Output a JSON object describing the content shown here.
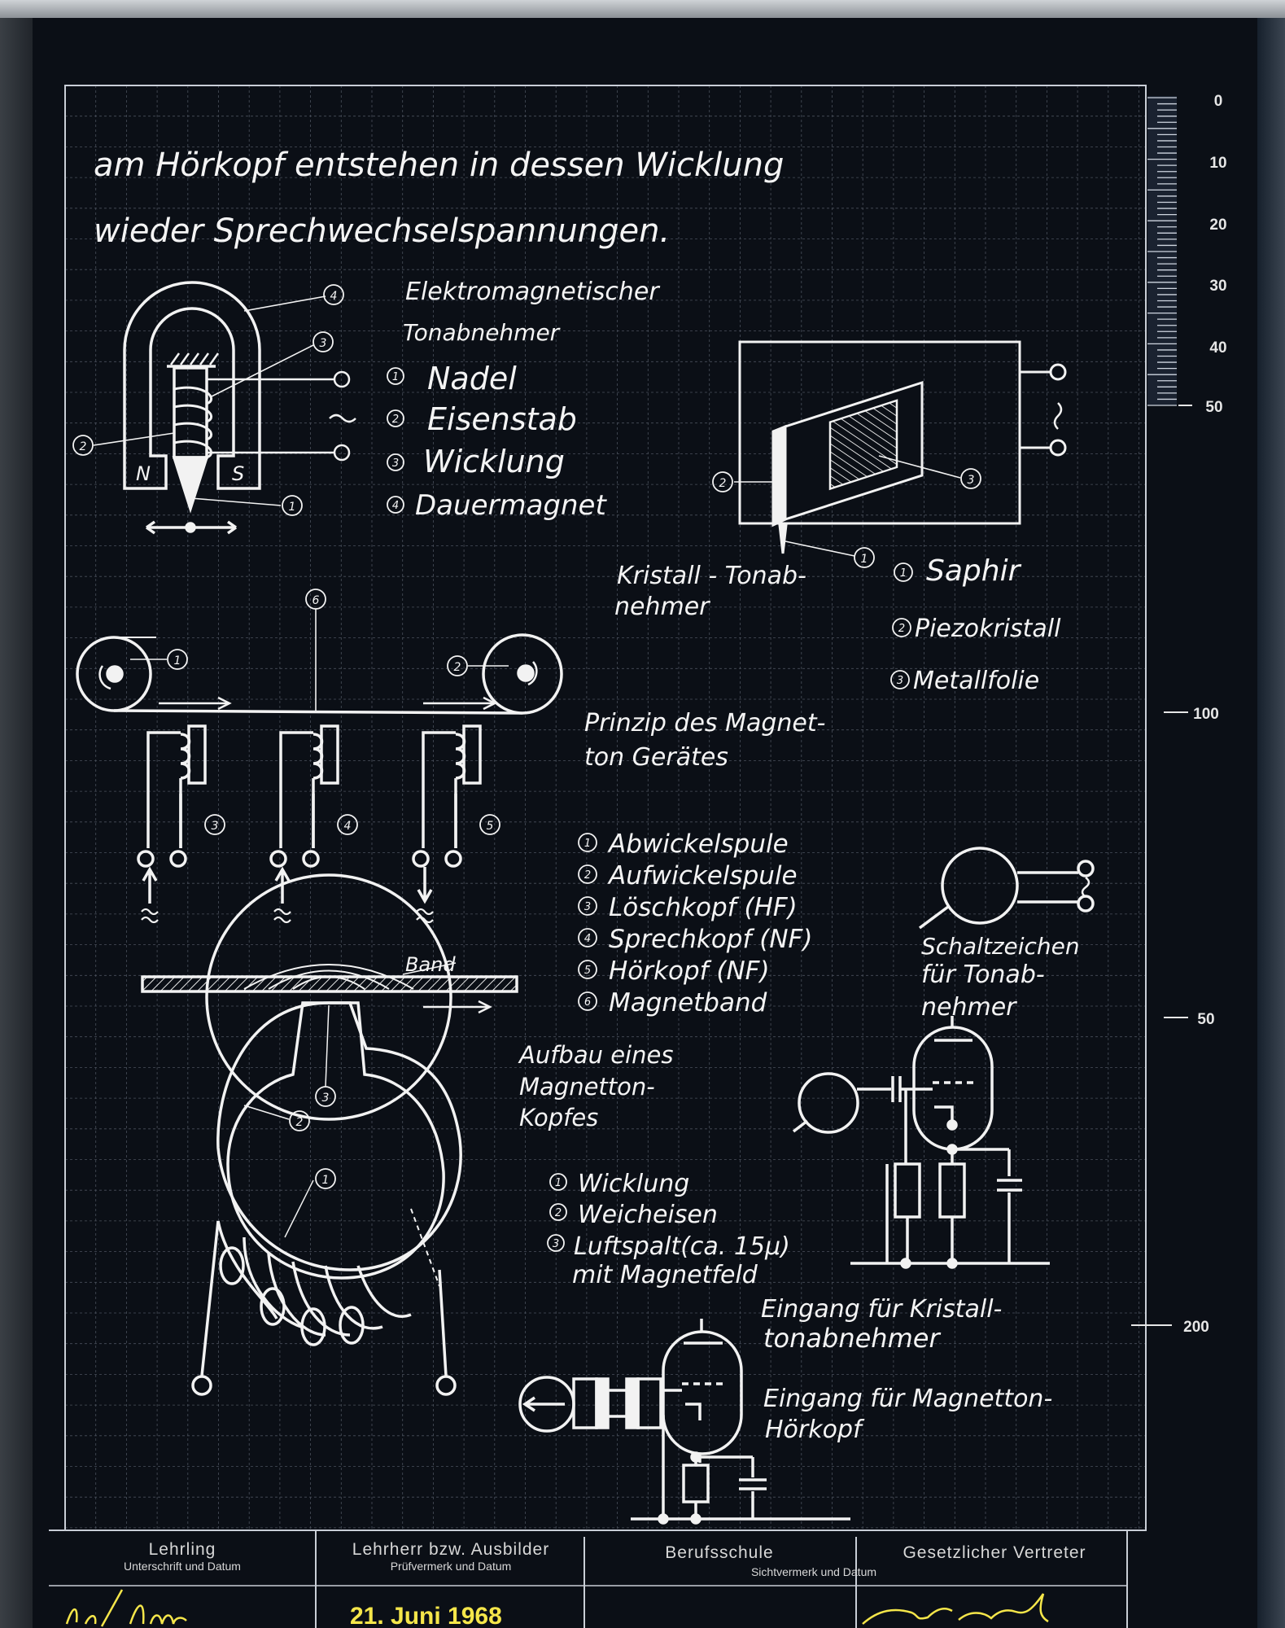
{
  "heading": {
    "line1": "am Hörkopf entstehen in dessen Wicklung",
    "line2": "wieder Sprechwechselspannungen."
  },
  "electromagnetic_pickup": {
    "title1": "Elektromagnetischer",
    "title2": "Tonabnehmer",
    "pole_n": "N",
    "pole_s": "S",
    "items": [
      {
        "num": "1",
        "label": "Nadel"
      },
      {
        "num": "2",
        "label": "Eisenstab"
      },
      {
        "num": "3",
        "label": "Wicklung"
      },
      {
        "num": "4",
        "label": "Dauermagnet"
      }
    ]
  },
  "crystal_pickup": {
    "title1": "Kristall - Tonab-",
    "title2": "nehmer",
    "items": [
      {
        "num": "1",
        "label": "Saphir"
      },
      {
        "num": "2",
        "label": "Piezokristall"
      },
      {
        "num": "3",
        "label": "Metallfolie"
      }
    ]
  },
  "tape_recorder": {
    "title1": "Prinzip des Magnet-",
    "title2": "ton Gerätes",
    "items": [
      {
        "num": "1",
        "label": "Abwickelspule"
      },
      {
        "num": "2",
        "label": "Aufwickelspule"
      },
      {
        "num": "3",
        "label": "Löschkopf (HF)"
      },
      {
        "num": "4",
        "label": "Sprechkopf (NF)"
      },
      {
        "num": "5",
        "label": "Hörkopf (NF)"
      },
      {
        "num": "6",
        "label": "Magnetband"
      }
    ]
  },
  "symbol": {
    "line1": "Schaltzeichen",
    "line2": "für Tonab-",
    "line3": "nehmer"
  },
  "head": {
    "band_label": "Band",
    "title1": "Aufbau eines",
    "title2": "Magnetton-",
    "title3": "Kopfes",
    "items": [
      {
        "num": "1",
        "label": "Wicklung"
      },
      {
        "num": "2",
        "label": "Weicheisen"
      },
      {
        "num": "3",
        "label": "Luftspalt(ca. 15μ)"
      }
    ],
    "extra": "mit Magnetfeld"
  },
  "inputs": {
    "crystal1": "Eingang für Kristall-",
    "crystal2": "tonabnehmer",
    "magnet1": "Eingang für Magnetton-",
    "magnet2": "Hörkopf"
  },
  "scale": {
    "labels": [
      "0",
      "10",
      "20",
      "30",
      "40",
      "50",
      "100",
      "50",
      "200"
    ]
  },
  "footer": {
    "col1_title": "Lehrling",
    "col1_sub": "Unterschrift und Datum",
    "col2_title": "Lehrherr bzw. Ausbilder",
    "col2_sub": "Prüfvermerk und Datum",
    "col3_title": "Berufsschule",
    "col3_sub": "Sichtvermerk und Datum",
    "col4_title": "Gesetzlicher Vertreter",
    "date_stamp": "21. Juni 1968"
  }
}
